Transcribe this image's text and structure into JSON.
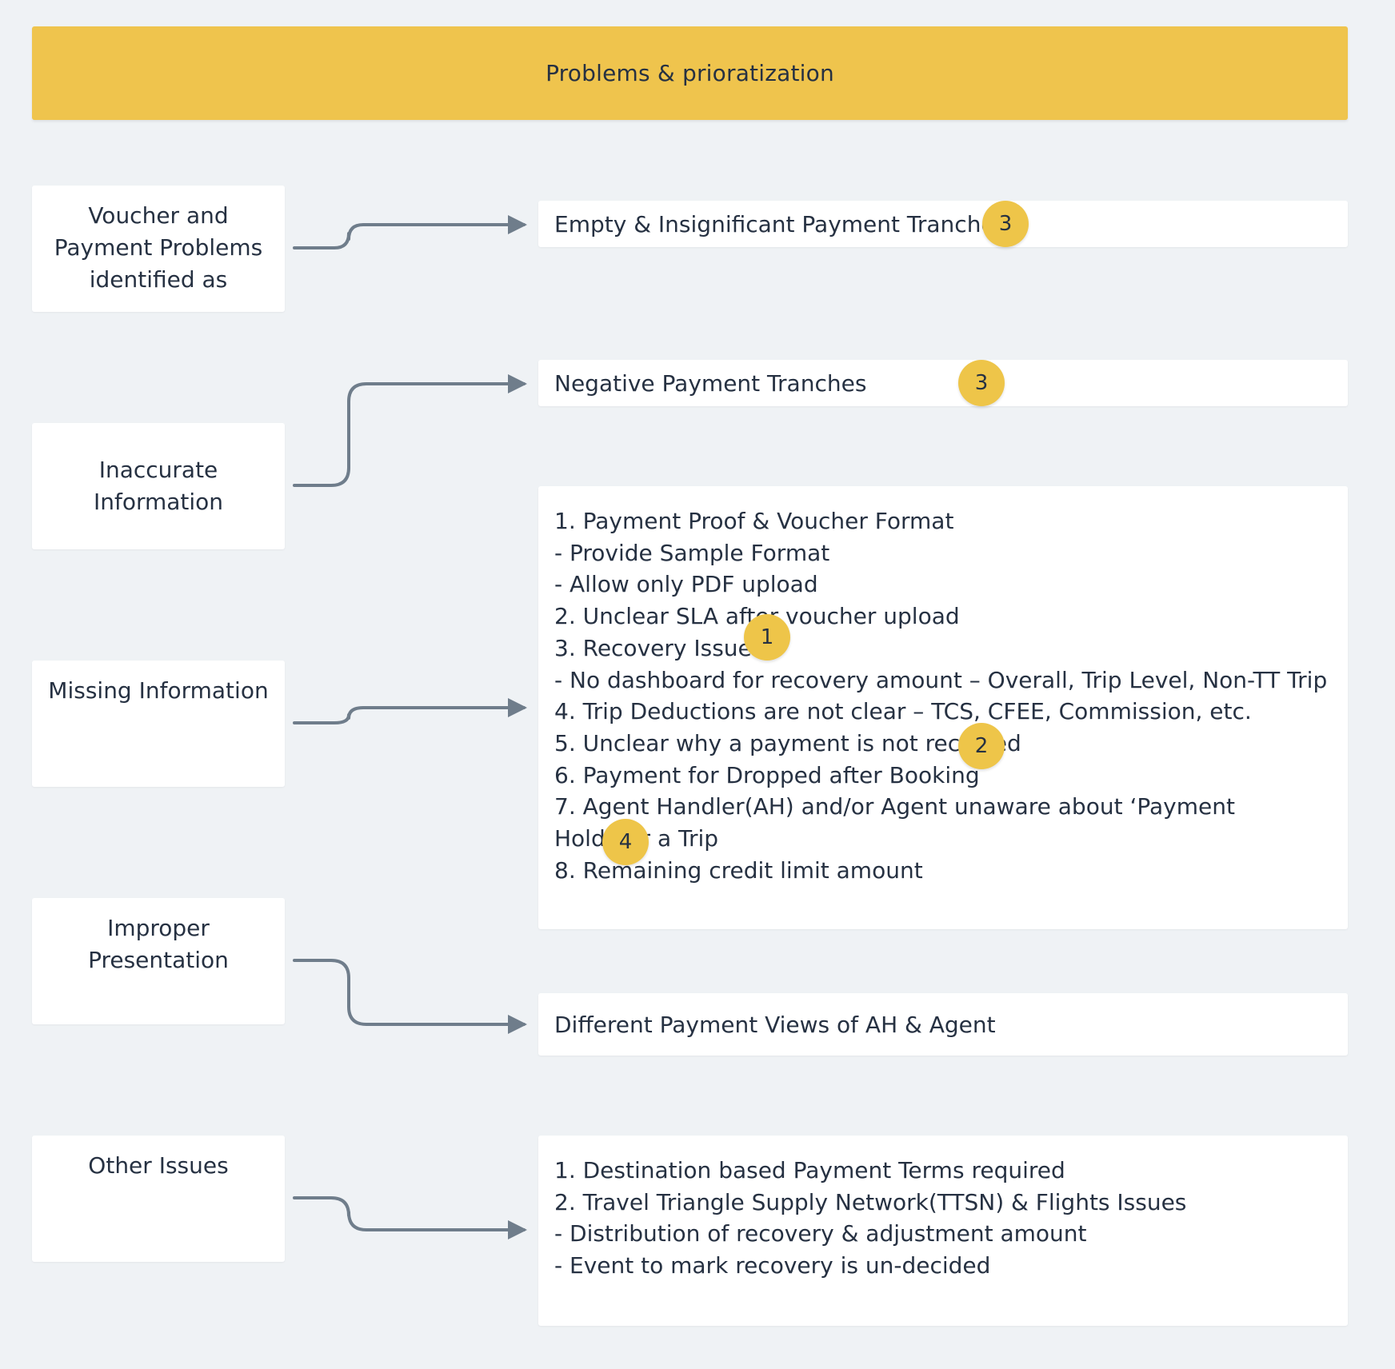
{
  "header": {
    "title": "Problems & prioratization"
  },
  "categories": [
    {
      "label": "Voucher and Payment Problems identified as"
    },
    {
      "label": "Inaccurate Information"
    },
    {
      "label": "Missing Information"
    },
    {
      "label": "Improper Presentation"
    },
    {
      "label": "Other Issues"
    }
  ],
  "problems": {
    "empty_tranches": {
      "text": "Empty & Insignificant Payment Tranches",
      "priority": "3"
    },
    "negative_tranches": {
      "text": "Negative Payment Tranches",
      "priority": "3"
    },
    "missing_list": {
      "lines": [
        "1. Payment Proof & Voucher Format",
        "- Provide Sample Format",
        "- Allow only PDF upload",
        "2. Unclear SLA after voucher upload",
        "3. Recovery Issues",
        "- No dashboard for recovery amount – Overall, Trip Level, Non-TT Trip",
        "4. Trip Deductions are not clear – TCS, CFEE, Commission, etc.",
        "5. Unclear why a payment is not received",
        "6. Payment for Dropped after Booking",
        "7. Agent Handler(AH) and/or Agent unaware about ‘Payment Hold’ for a Trip",
        "8. Remaining credit limit amount"
      ],
      "priorities": [
        "1",
        "2",
        "4"
      ]
    },
    "payment_views": {
      "text": "Different Payment Views of AH & Agent"
    },
    "other_list": {
      "lines": [
        "1. Destination based Payment Terms required",
        "2. Travel Triangle Supply Network(TTSN) & Flights Issues",
        "- Distribution of recovery & adjustment amount",
        "- Event to mark recovery is un-decided"
      ]
    }
  },
  "colors": {
    "background": "#eff2f5",
    "header": "#efc44d",
    "badge": "#eec549",
    "connector": "#6f7d8b",
    "text": "#263142"
  }
}
